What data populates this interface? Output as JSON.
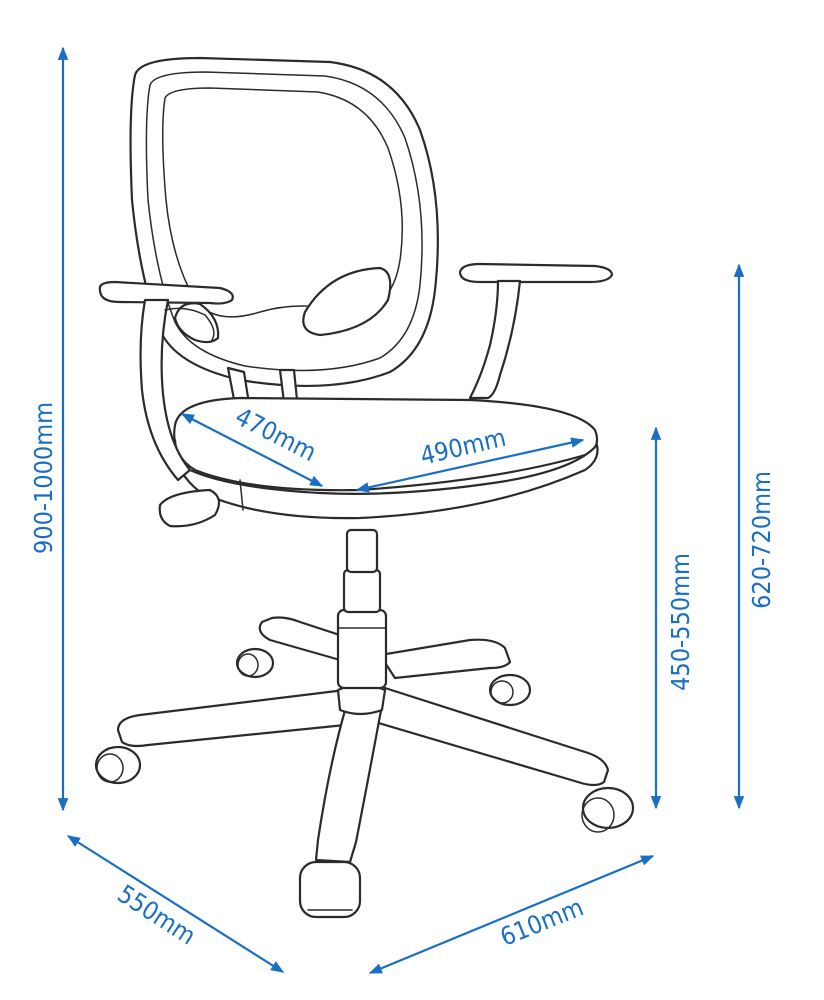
{
  "diagram": {
    "subject": "Office swivel chair with arms - dimension drawing",
    "accent_color": "#1a6fc4",
    "line_color": "#2b2b2b",
    "dimensions": {
      "overall_height": "900-1000mm",
      "seat_depth": "470mm",
      "seat_width": "490mm",
      "seat_height": "450-550mm",
      "arm_height": "620-720mm",
      "base_depth": "550mm",
      "base_width": "610mm"
    }
  }
}
